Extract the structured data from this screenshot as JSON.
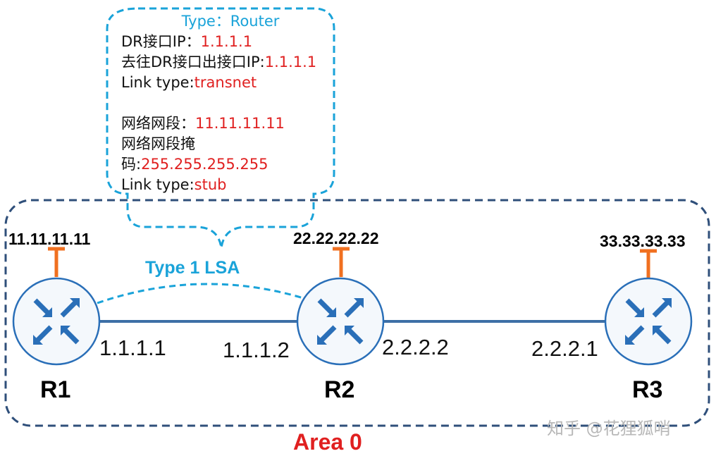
{
  "callout": {
    "title": "Type：Router",
    "lines": [
      {
        "label": "DR接口IP：",
        "value": "1.1.1.1"
      },
      {
        "label": "去往DR接口出接口IP:",
        "value": "1.1.1.1"
      },
      {
        "label": "Link type:",
        "value": "transnet"
      },
      {
        "label": "网络网段：",
        "value": "11.11.11.11"
      },
      {
        "label": "网络网段掩",
        "value": ""
      },
      {
        "label": "码:",
        "value": "255.255.255.255"
      },
      {
        "label": "Link type:",
        "value": "stub"
      }
    ]
  },
  "lsa_label": "Type 1 LSA",
  "area_label": "Area 0",
  "routers": [
    {
      "name": "R1",
      "loopback": "11.11.11.11"
    },
    {
      "name": "R2",
      "loopback": "22.22.22.22"
    },
    {
      "name": "R3",
      "loopback": "33.33.33.33"
    }
  ],
  "links": [
    {
      "a_ip": "1.1.1.1",
      "b_ip": "1.1.1.2"
    },
    {
      "a_ip": "2.2.2.2",
      "b_ip": "2.2.2.1"
    }
  ],
  "watermark": "知乎 @花狸狐哨",
  "colors": {
    "area_border": "#2f4f7a",
    "callout_border": "#1aa3d9",
    "router_icon": "#2a6fb8",
    "router_border": "#2a6fb8",
    "loopback_stub": "#f07020",
    "link_line": "#3d6fa6",
    "highlight_value": "#e02020",
    "lsa_text": "#1aa3d9"
  }
}
